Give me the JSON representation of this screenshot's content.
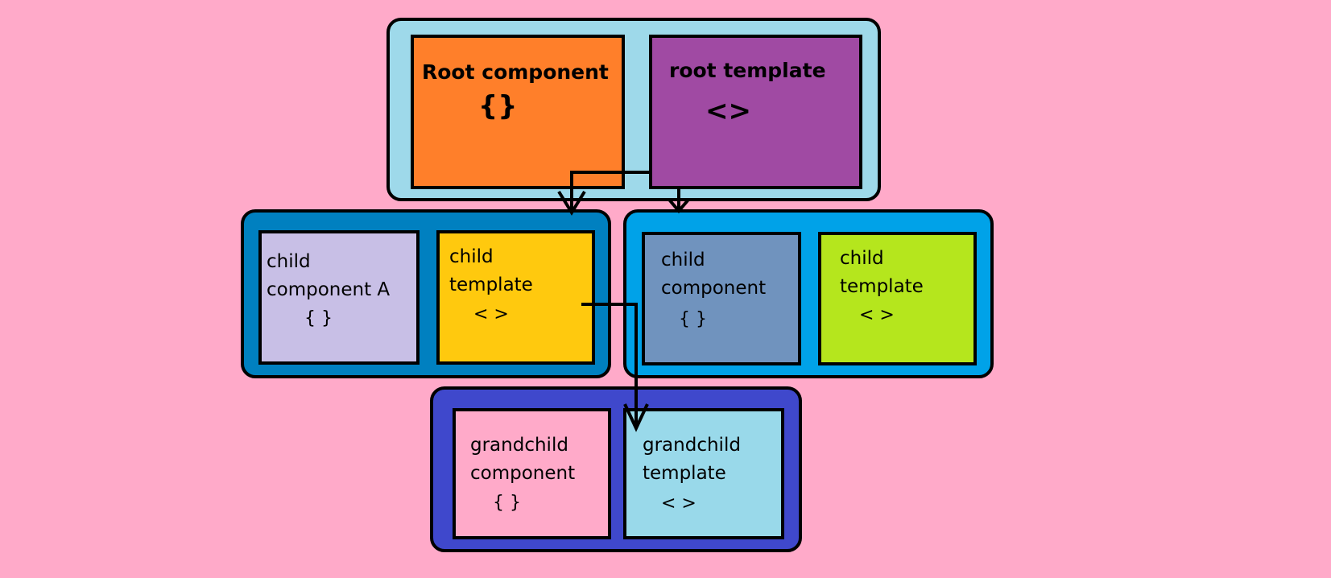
{
  "root": {
    "component": {
      "title": "Root component",
      "symbol": "{}"
    },
    "template": {
      "title": "root template",
      "symbol": "<>"
    }
  },
  "child_a": {
    "component": {
      "title": "child\ncomponent A",
      "symbol": "{ }"
    },
    "template": {
      "title": "child\ntemplate",
      "symbol": "< >"
    }
  },
  "child_b": {
    "component": {
      "title": "child\ncomponent",
      "symbol": "{ }"
    },
    "template": {
      "title": "child\ntemplate",
      "symbol": "< >"
    }
  },
  "grandchild": {
    "component": {
      "title": "grandchild\ncomponent",
      "symbol": "{ }"
    },
    "template": {
      "title": "grandchild\ntemplate",
      "symbol": "< >"
    }
  },
  "colors": {
    "background": "#ffaac9",
    "root_group": "#9ed9ea",
    "root_component": "#ff7f2a",
    "root_template": "#a04aa3",
    "child_a_group": "#0080c0",
    "child_a_component": "#c8bfe6",
    "child_a_template": "#ffc90e",
    "child_b_group": "#00a2e8",
    "child_b_component": "#7093be",
    "child_b_template": "#b5e61d",
    "grandchild_group": "#3f48cc",
    "grandchild_component": "#ffaac9",
    "grandchild_template": "#99d9ea"
  }
}
